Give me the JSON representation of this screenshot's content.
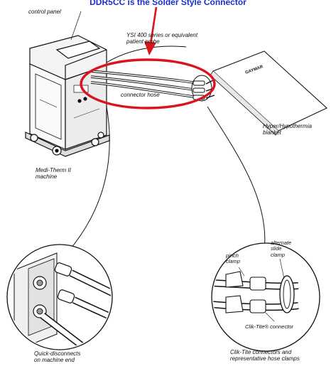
{
  "title": "DDR5CC is the Solder Style Connector",
  "labels": {
    "control_panel": "control panel",
    "probe_line1": "YSI 400 series or equivalent",
    "probe_line2": "patient probe",
    "connector_hose": "connector hose",
    "blanket_line1": "Hyper/Hypothermia",
    "blanket_line2": "blanket",
    "machine_line1": "Medi-Therm II",
    "machine_line2": "machine",
    "quick_line1": "Quick-disconnects",
    "quick_line2": "on machine end",
    "cliktite_line1": "Clik-Tite connectors and",
    "cliktite_line2": "representative hose clamps",
    "pinch_line1": "pinch",
    "pinch_line2": "clamp",
    "alt_line1": "alternate",
    "alt_line2": "slide",
    "alt_line3": "clamp",
    "cliktite_connector": "Clik-Tite® connector"
  },
  "brand": {
    "blanket_logo": "GAYMAR"
  },
  "colors": {
    "title_blue": "#1a2fd0",
    "highlight_red": "#d8141c",
    "ink": "#111111"
  }
}
